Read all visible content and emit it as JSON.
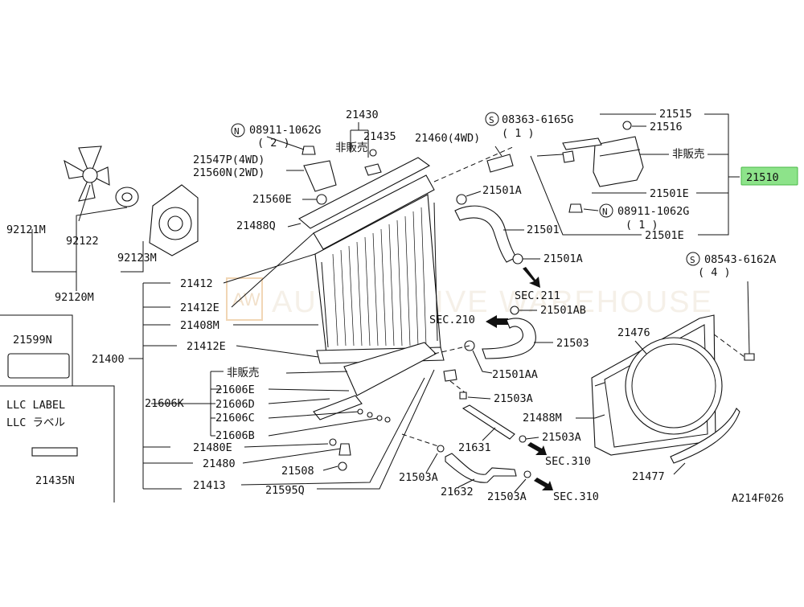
{
  "diagram": {
    "code": "A214F026",
    "watermark": "AUTOMOTIVE WAREHOUSE",
    "watermark_logo": "AW",
    "labels": {
      "p21430": "21430",
      "p21435": "21435",
      "p21435_note": "非販売",
      "p08911_top": "08911-1062G",
      "p08911_top_qty": "( 2 )",
      "p21547p": "21547P(4WD)",
      "p21560n": "21560N(2WD)",
      "p21560e": "21560E",
      "p21488q": "21488Q",
      "p21460": "21460(4WD)",
      "p21501a_top": "21501A",
      "p21501": "21501",
      "p21501a_mid": "21501A",
      "p08363": "08363-6165G",
      "p08363_qty": "( 1 )",
      "p21515": "21515",
      "p21516": "21516",
      "p21516_note": "非販売",
      "p21510": "21510",
      "p21501e_a": "21501E",
      "p08911_bot": "08911-1062G",
      "p08911_bot_qty": "( 1 )",
      "p21501e_b": "21501E",
      "p92121m": "92121M",
      "p92122": "92122",
      "p92123m": "92123M",
      "p92120m": "92120M",
      "p21412": "21412",
      "p21412e": "21412E",
      "p21408m": "21408M",
      "p21412e_b": "21412E",
      "p21400": "21400",
      "note_nonsale": "非販売",
      "p21606e": "21606E",
      "p21606d": "21606D",
      "p21606k": "21606K",
      "p21606c": "21606C",
      "p21606b": "21606B",
      "p21480e": "21480E",
      "p21480": "21480",
      "p21508": "21508",
      "p21413": "21413",
      "p21595q": "21595Q",
      "sec211": "SEC.211",
      "sec210": "SEC.210",
      "p21501ab": "21501AB",
      "p21503": "21503",
      "p21501aa": "21501AA",
      "p21503a_1": "21503A",
      "p21631": "21631",
      "p21503a_2": "21503A",
      "sec310_a": "SEC.310",
      "p21503a_3": "21503A",
      "p21632": "21632",
      "p21503a_4": "21503A",
      "sec310_b": "SEC.310",
      "p08543": "08543-6162A",
      "p08543_qty": "( 4 )",
      "p21476": "21476",
      "p21488m": "21488M",
      "p21477": "21477",
      "p21599n": "21599N",
      "llc_label": "LLC LABEL",
      "llc_label_jp": "LLC ラベル",
      "p21435n": "21435N"
    },
    "symbols": {
      "n": "N",
      "s": "S"
    },
    "colors": {
      "highlight": "#8de38a",
      "line": "#111111",
      "watermark": "#e7c7a0"
    }
  }
}
